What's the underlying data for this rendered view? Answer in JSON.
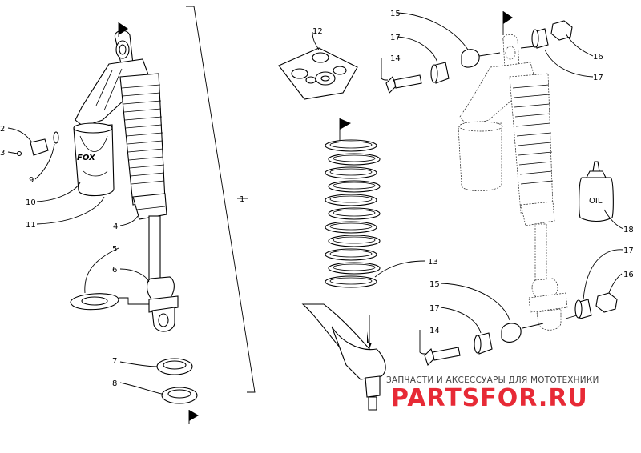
{
  "diagram": {
    "callouts": [
      "1",
      "2",
      "3",
      "4",
      "5",
      "6",
      "7",
      "8",
      "9",
      "10",
      "11",
      "12",
      "13",
      "14",
      "15",
      "16",
      "17",
      "18"
    ],
    "oil_label": "OIL",
    "brand_mark": "FOX"
  },
  "watermark": {
    "caption": "ЗАПЧАСТИ И АКСЕССУАРЫ ДЛЯ МОТОТЕХНИКИ",
    "logo": "PARTSFOR.RU"
  }
}
